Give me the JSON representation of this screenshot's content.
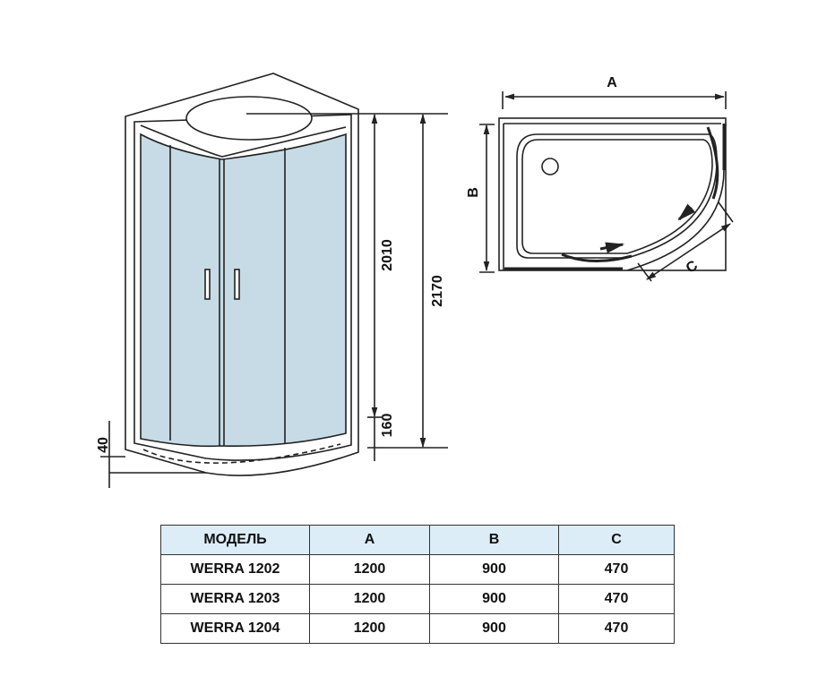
{
  "front_view": {
    "dimensions": {
      "total_height": "2010",
      "overall_height": "2170",
      "tray_height": "160",
      "tray_step": "40"
    }
  },
  "top_view": {
    "labels": {
      "a": "A",
      "b": "B",
      "c": "C"
    }
  },
  "table": {
    "headers": [
      "МОДЕЛЬ",
      "A",
      "B",
      "C"
    ],
    "rows": [
      [
        "WERRA 1202",
        "1200",
        "900",
        "470"
      ],
      [
        "WERRA 1203",
        "1200",
        "900",
        "470"
      ],
      [
        "WERRA 1204",
        "1200",
        "900",
        "470"
      ]
    ]
  },
  "colors": {
    "glass": "#c7dbe6",
    "header_bg": "#dcedf8",
    "line": "#222222"
  }
}
